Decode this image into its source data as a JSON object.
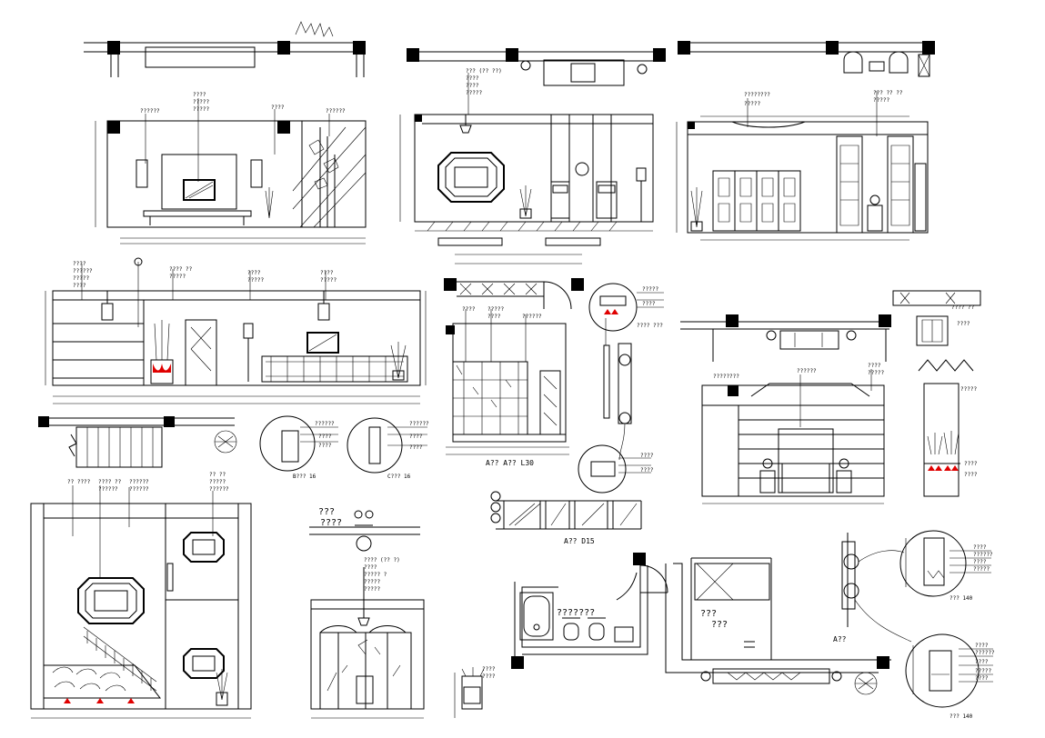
{
  "drawing": {
    "labels": {
      "sec_a": "A??  A??  L30",
      "sec_b": "A??  D15",
      "detail_b": "B???  16",
      "detail_c": "C???  16",
      "detail_l1": "??? 140",
      "detail_l2": "??? 140",
      "a_plan": "A??",
      "room_1": "???",
      "room_1b": "????",
      "bath": "???????",
      "room_2": "???",
      "room_2b": "???",
      "note_1": "??? (??  ??)",
      "note_2": "??? ??  ??"
    }
  }
}
